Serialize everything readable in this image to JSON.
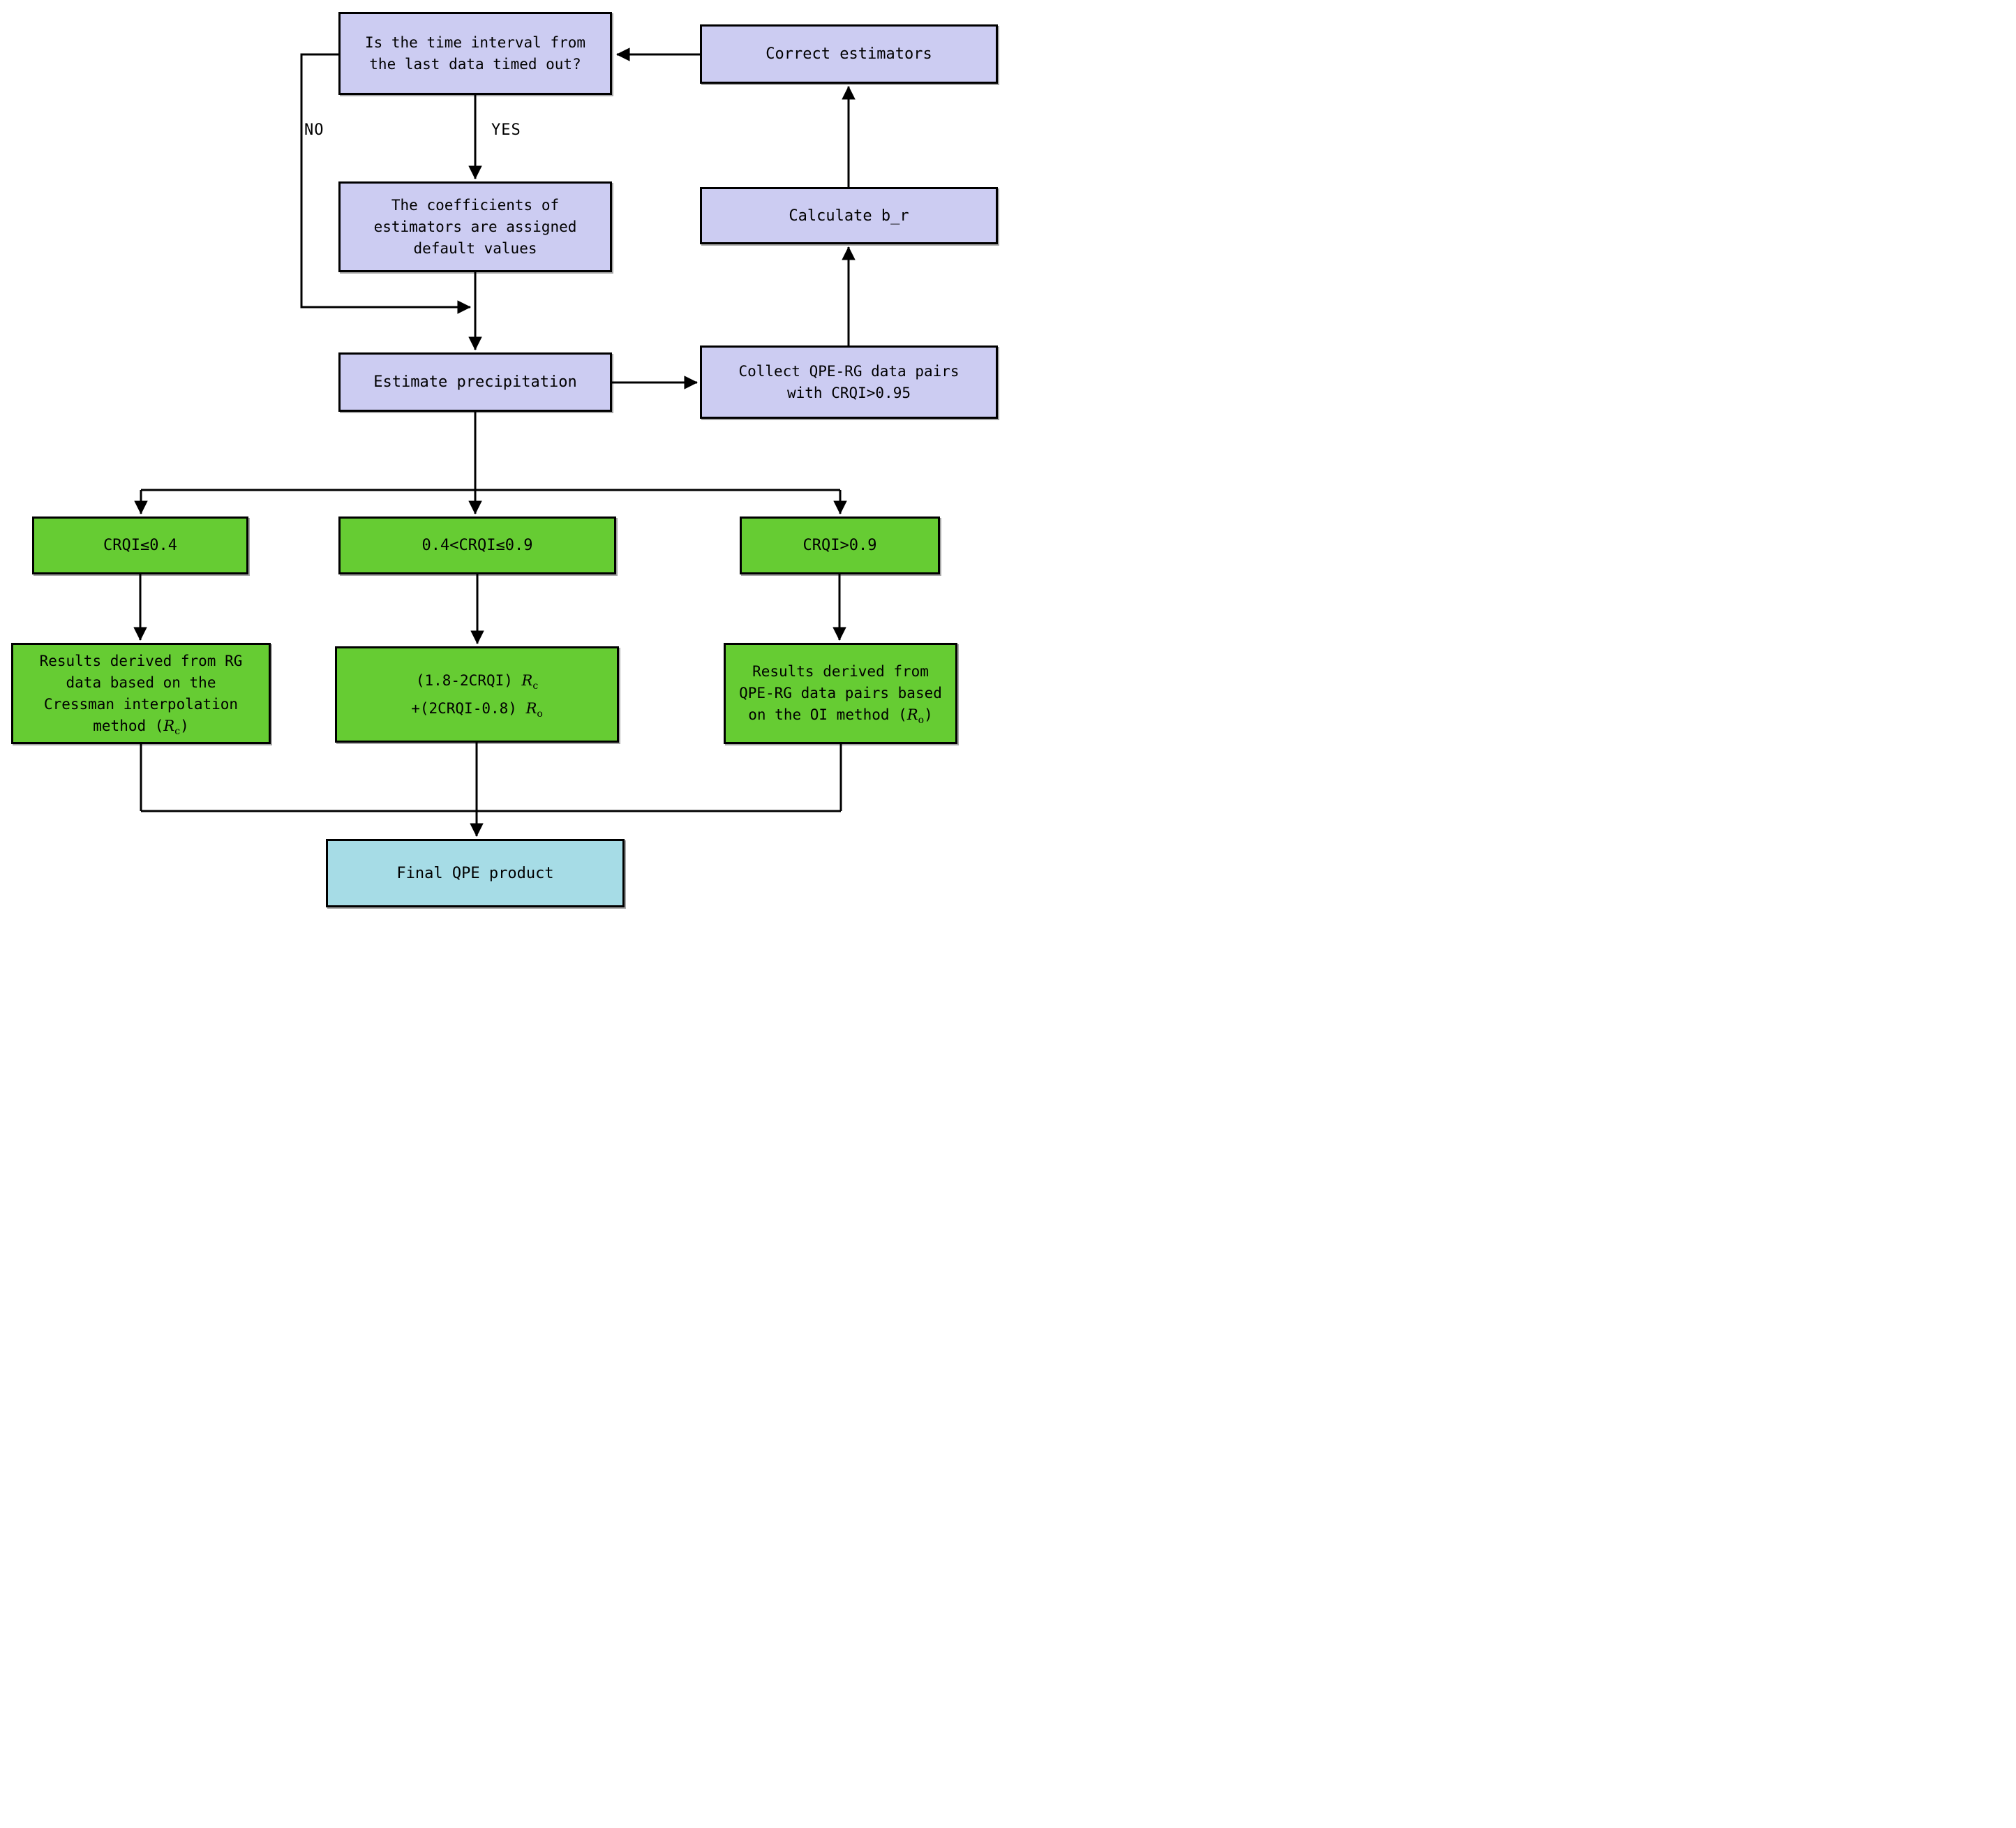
{
  "diagram": {
    "type": "flowchart",
    "colors": {
      "process_fill": "#ccccf2",
      "branch_fill": "#66cc33",
      "output_fill": "#a6dce6",
      "line_color": "#000000",
      "background": "#ffffff"
    },
    "edge_labels": {
      "no": "NO",
      "yes": "YES"
    },
    "nodes": {
      "timeout_question": {
        "line1": "Is the time interval from",
        "line2": "the last data timed out?"
      },
      "correct_estimators": {
        "label": "Correct estimators"
      },
      "default_coefficients": {
        "line1": "The coefficients of",
        "line2": "estimators are assigned",
        "line3": "default values"
      },
      "calculate_br": {
        "label": "Calculate b_r"
      },
      "estimate_precipitation": {
        "label": "Estimate precipitation"
      },
      "collect_pairs": {
        "line1": "Collect QPE-RG data pairs",
        "line2": "with CRQI>0.95"
      },
      "branch_low": {
        "label": "CRQI≤0.4"
      },
      "branch_mid": {
        "label": "0.4<CRQI≤0.9"
      },
      "branch_high": {
        "label": "CRQI>0.9"
      },
      "result_cressman": {
        "line1": "Results derived from RG",
        "line2": "data based on the",
        "line3": "Cressman interpolation",
        "line4_pre": "method (",
        "r": "R",
        "r_sub": "c",
        "line4_post": ")"
      },
      "result_blend": {
        "line1_pre": "(1.8-2CRQI) ",
        "r1": "R",
        "r1_sub": "c",
        "line2_pre": "+(2CRQI-0.8) ",
        "r2": "R",
        "r2_sub": "o"
      },
      "result_oi": {
        "line1": "Results derived from",
        "line2": "QPE-RG data pairs based",
        "line3_pre": "on the OI method (",
        "r": "R",
        "r_sub": "o",
        "line3_post": ")"
      },
      "final_product": {
        "label": "Final QPE product"
      }
    }
  }
}
